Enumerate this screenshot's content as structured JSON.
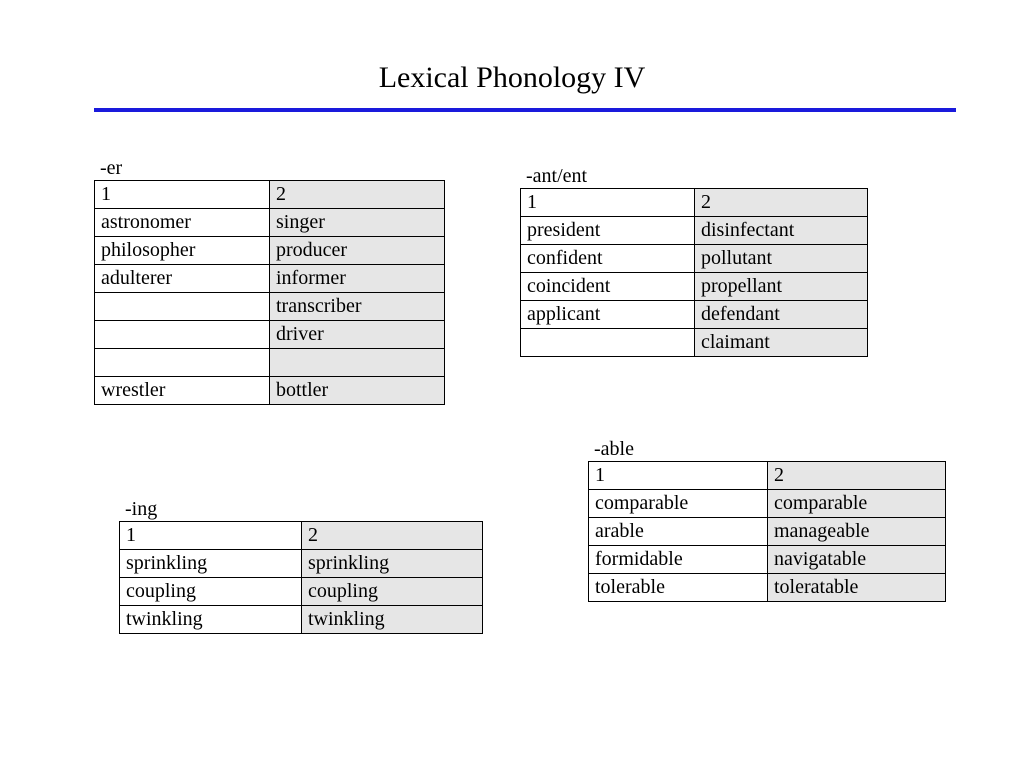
{
  "title": "Lexical Phonology IV",
  "colors": {
    "rule": "#1a1adc",
    "column2_fill": "#e6e6e6"
  },
  "tables": {
    "er": {
      "label": "-er",
      "headers": [
        "1",
        "2"
      ],
      "rows": [
        [
          "astronomer",
          "singer"
        ],
        [
          "philosopher",
          "producer"
        ],
        [
          "adulterer",
          "informer"
        ],
        [
          "",
          "transcriber"
        ],
        [
          "",
          "driver"
        ],
        [
          "",
          ""
        ],
        [
          "wrestler",
          "bottler"
        ]
      ]
    },
    "ant": {
      "label": "-ant/ent",
      "headers": [
        "1",
        "2"
      ],
      "rows": [
        [
          "president",
          "disinfectant"
        ],
        [
          "confident",
          "pollutant"
        ],
        [
          "coincident",
          "propellant"
        ],
        [
          "applicant",
          "defendant"
        ],
        [
          "",
          "claimant"
        ]
      ]
    },
    "able": {
      "label": "-able",
      "headers": [
        "1",
        "2"
      ],
      "rows": [
        [
          "comparable",
          "comparable"
        ],
        [
          "arable",
          "manageable"
        ],
        [
          "formidable",
          "navigatable"
        ],
        [
          "tolerable",
          "toleratable"
        ]
      ]
    },
    "ing": {
      "label": "-ing",
      "headers": [
        "1",
        "2"
      ],
      "rows": [
        [
          "sprinkling",
          "sprinkling"
        ],
        [
          "coupling",
          "coupling"
        ],
        [
          "twinkling",
          "twinkling"
        ]
      ]
    }
  }
}
